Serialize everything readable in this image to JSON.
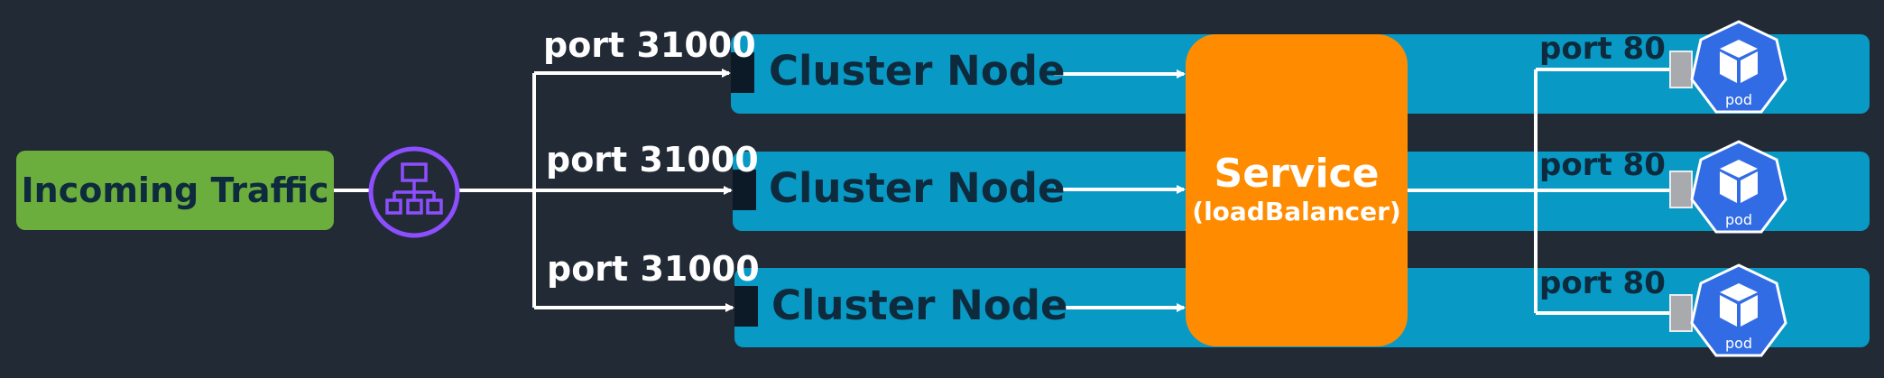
{
  "incoming": {
    "label": "Incoming Traffic"
  },
  "load_balancer_icon": {
    "icon": "load-balancer-icon"
  },
  "nodes": [
    {
      "label": "Cluster Node",
      "port": "port 31000"
    },
    {
      "label": "Cluster Node",
      "port": "port 31000"
    },
    {
      "label": "Cluster Node",
      "port": "port 31000"
    }
  ],
  "service": {
    "title": "Service",
    "subtitle": "(loadBalancer)"
  },
  "pods": [
    {
      "label": "pod",
      "port": "port 80"
    },
    {
      "label": "pod",
      "port": "port 80"
    },
    {
      "label": "pod",
      "port": "port 80"
    }
  ],
  "colors": {
    "background": "#222a35",
    "node": "#0899c5",
    "incoming": "#6cae3e",
    "service": "#ff8c00",
    "load_balancer": "#8c4fff",
    "pod": "#326ce5"
  }
}
